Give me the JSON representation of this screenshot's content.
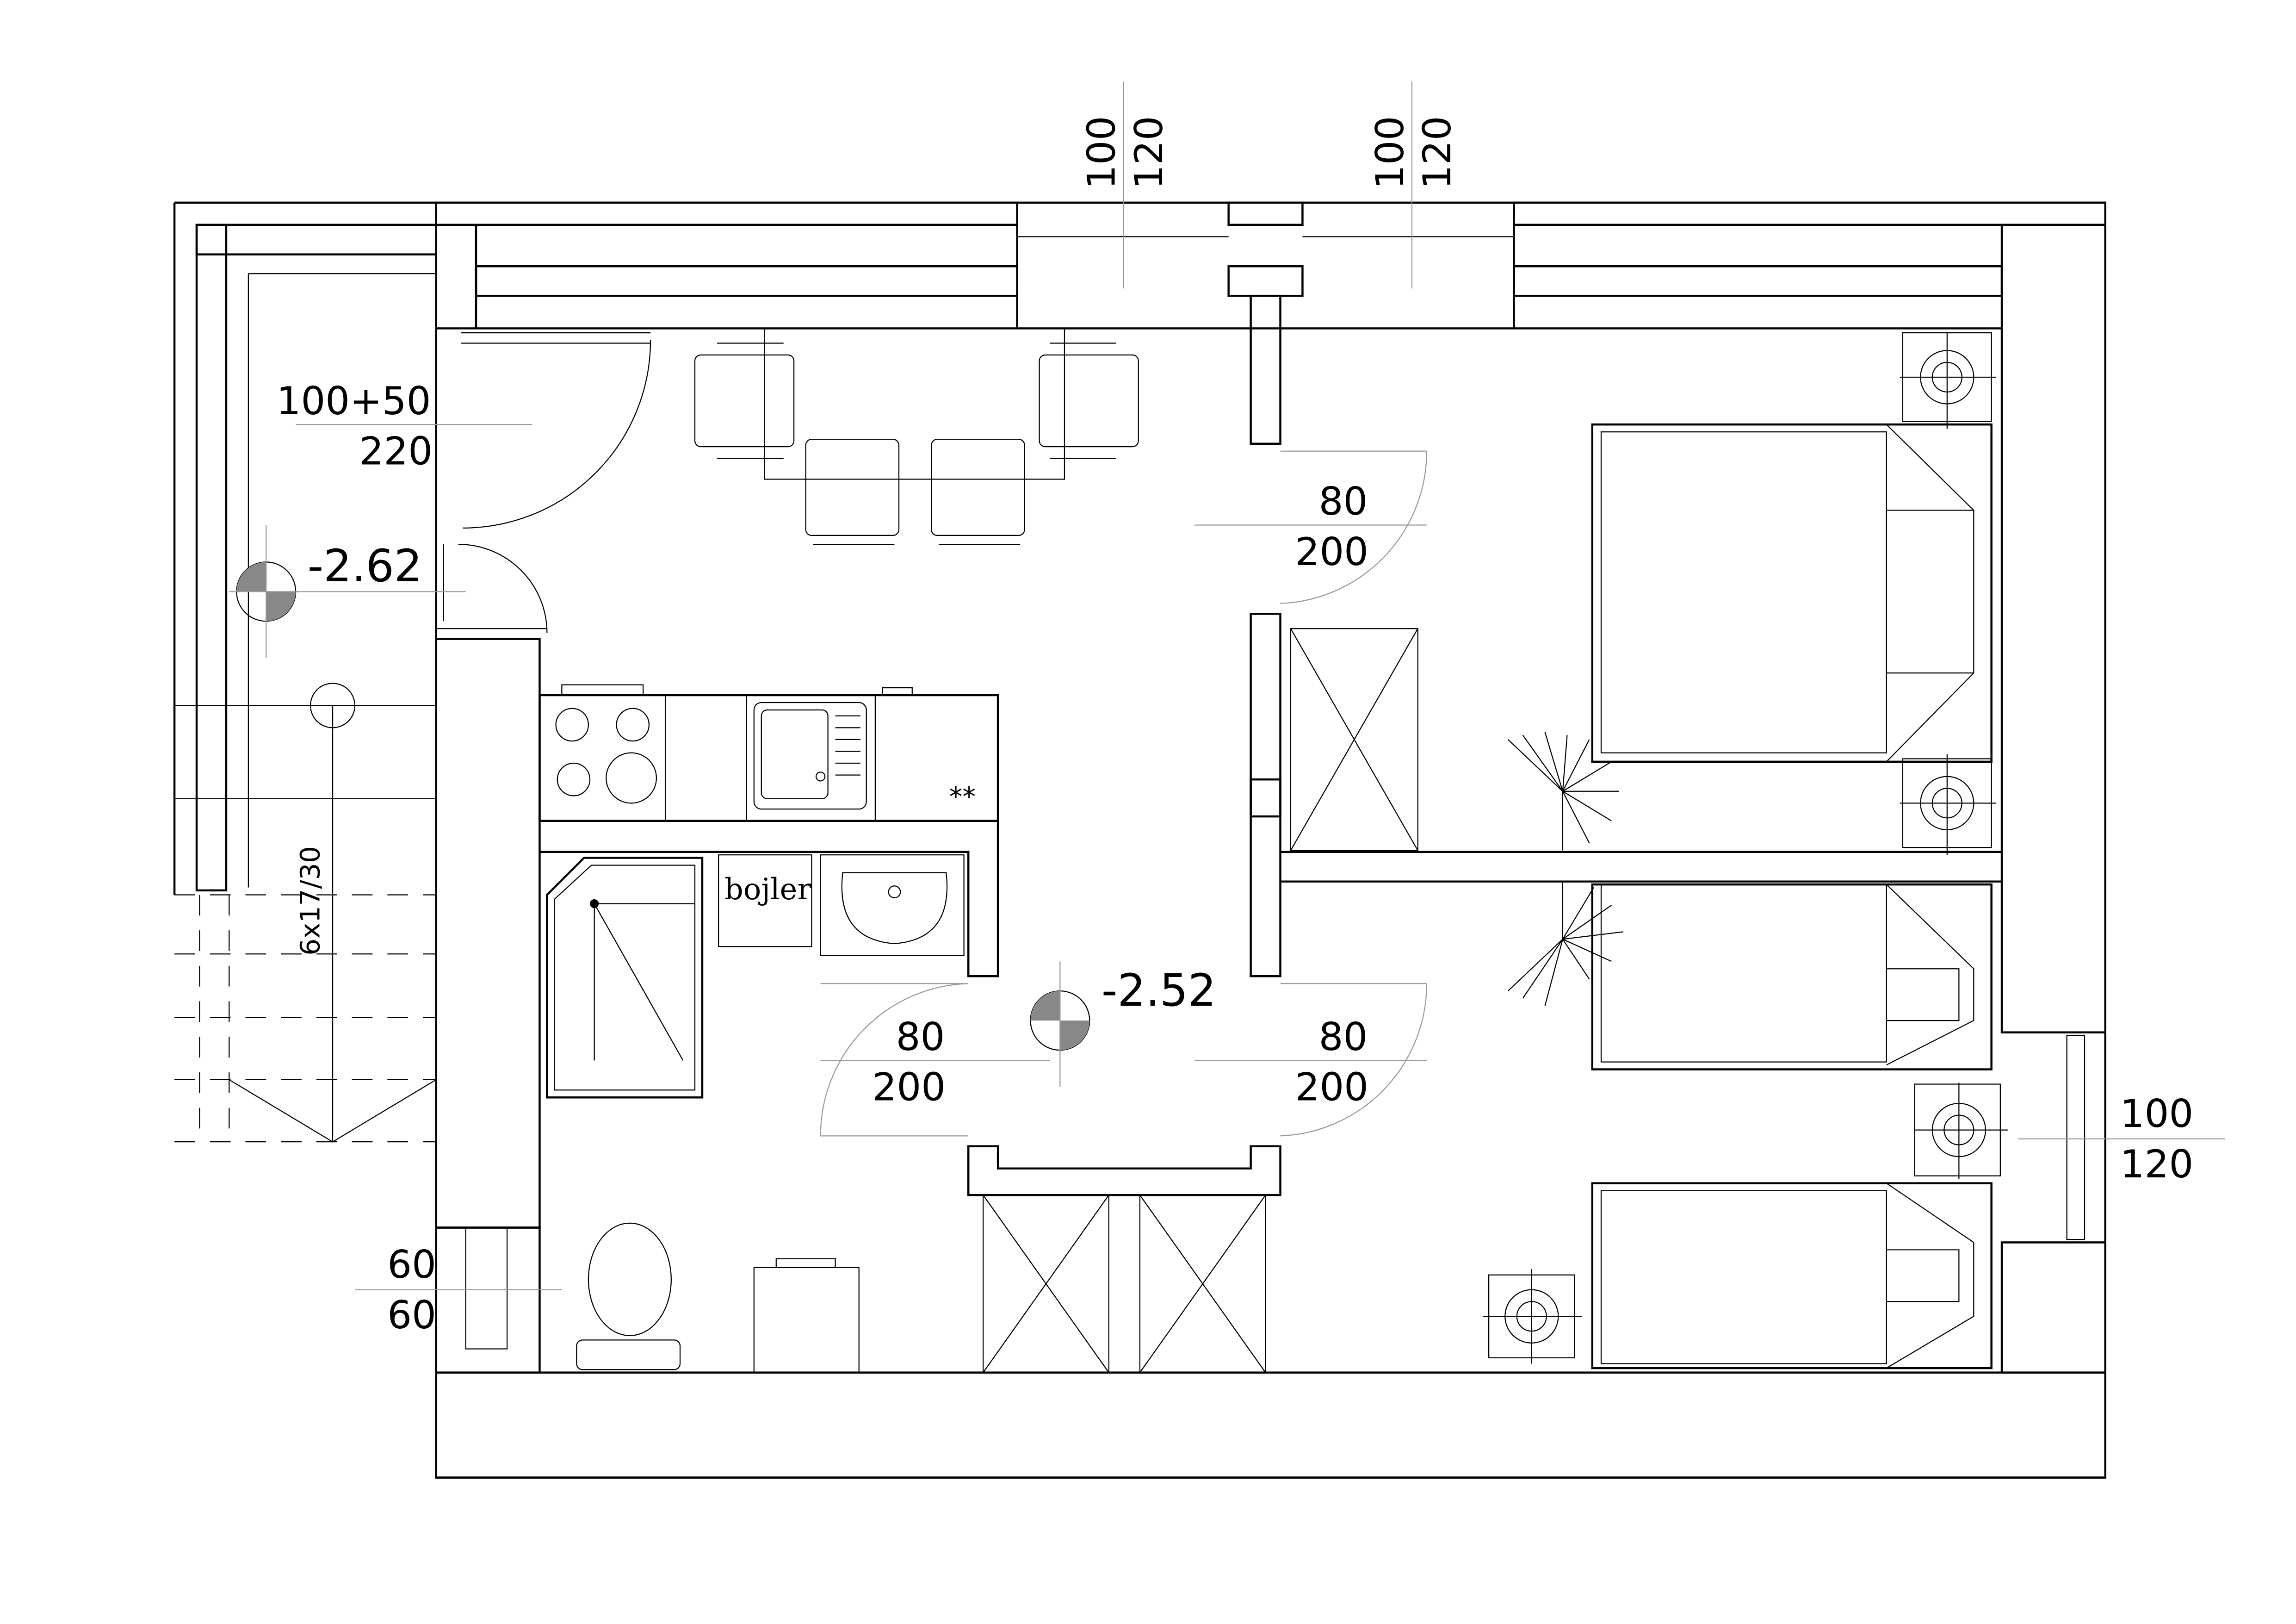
{
  "plan": {
    "windows": [
      {
        "width": "100",
        "height": "120"
      },
      {
        "width": "100",
        "height": "120"
      },
      {
        "width": "100",
        "height": "120"
      },
      {
        "width": "60",
        "height": "60"
      }
    ],
    "entrance_door": {
      "width": "100+50",
      "height": "220"
    },
    "doors": [
      {
        "width": "80",
        "height": "200"
      },
      {
        "width": "80",
        "height": "200"
      },
      {
        "width": "80",
        "height": "200"
      }
    ],
    "levels": {
      "entrance": "-2.62",
      "hall": "-2.52"
    },
    "stairs_label": "6x17/30",
    "boiler_label": "bojler",
    "appliance_mark": "**"
  },
  "colors": {
    "line": "#000000",
    "background": "#ffffff"
  }
}
